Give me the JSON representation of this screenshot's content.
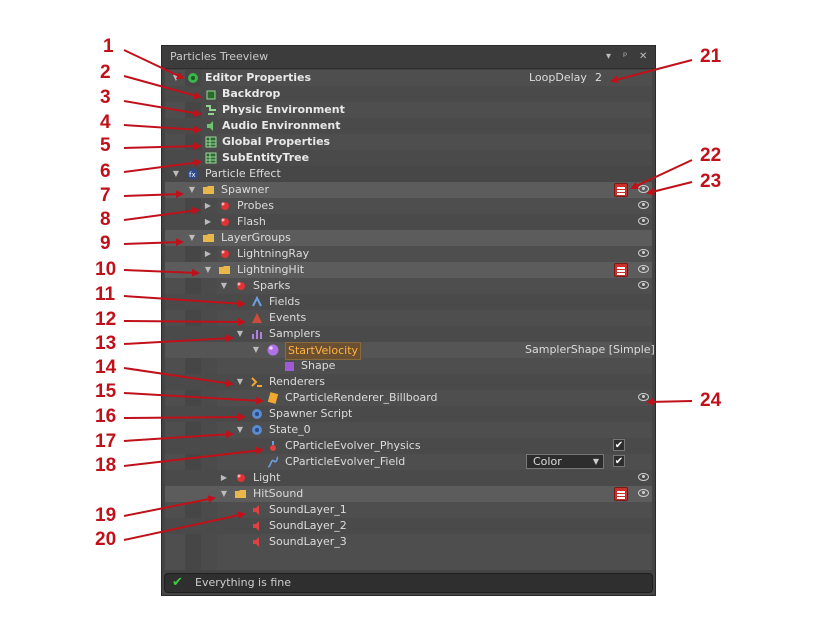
{
  "window": {
    "title": "Particles Treeview",
    "controls": [
      "▾",
      "ᵖ",
      "✕"
    ]
  },
  "tree": {
    "editor_properties": {
      "label": "Editor Properties",
      "loop_label": "LoopDelay",
      "loop_value": "2"
    },
    "backdrop": "Backdrop",
    "physic_environment": "Physic Environment",
    "audio_environment": "Audio Environment",
    "global_properties": "Global Properties",
    "subentity_tree": "SubEntityTree",
    "particle_effect": "Particle Effect",
    "spawner": "Spawner",
    "probes": "Probes",
    "flash": "Flash",
    "layer_groups": "LayerGroups",
    "lightning_ray": "LightningRay",
    "lightning_hit": "LightningHit",
    "sparks": "Sparks",
    "fields": "Fields",
    "events": "Events",
    "samplers": "Samplers",
    "start_velocity": "StartVelocity",
    "sampler_shape": "SamplerShape [Simple]",
    "shape": "Shape",
    "renderers": "Renderers",
    "renderer_billboard": "CParticleRenderer_Billboard",
    "spawner_script": "Spawner Script",
    "state": "State_0",
    "evolver_physics": "CParticleEvolver_Physics",
    "evolver_field": "CParticleEvolver_Field",
    "field_dropdown": "Color",
    "light": "Light",
    "hit_sound": "HitSound",
    "sound_layer_1": "SoundLayer_1",
    "sound_layer_2": "SoundLayer_2",
    "sound_layer_3": "SoundLayer_3"
  },
  "status": {
    "text": "Everything is fine"
  },
  "callouts": [
    "1",
    "2",
    "3",
    "4",
    "5",
    "6",
    "7",
    "8",
    "9",
    "10",
    "11",
    "12",
    "13",
    "14",
    "15",
    "16",
    "17",
    "18",
    "19",
    "20",
    "21",
    "22",
    "23",
    "24"
  ],
  "colors": {
    "callout": "#c0111a",
    "loop_value": "#f5a623",
    "badge": "#c8322a",
    "status_ok": "#3ec93e"
  }
}
